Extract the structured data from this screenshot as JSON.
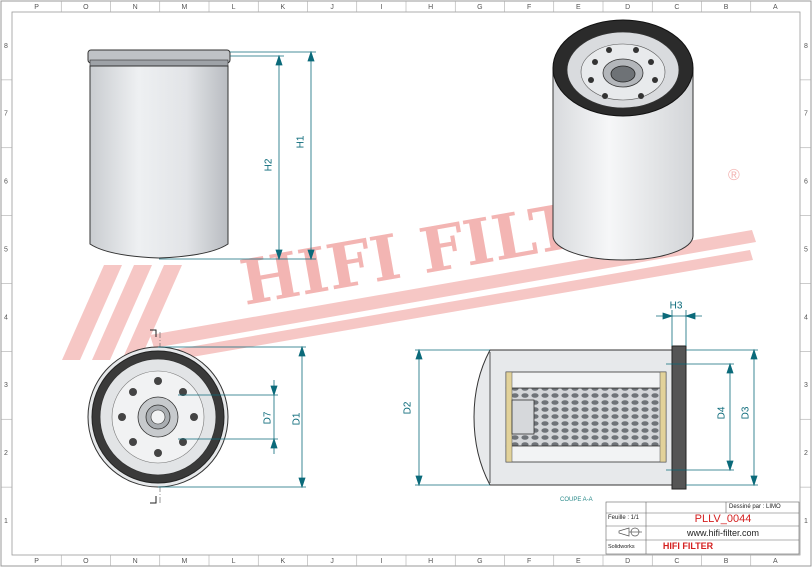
{
  "border": {
    "top_letters": [
      "P",
      "O",
      "N",
      "M",
      "L",
      "K",
      "J",
      "I",
      "H",
      "G",
      "F",
      "E",
      "D",
      "C",
      "B",
      "A"
    ],
    "bottom_letters": [
      "P",
      "O",
      "N",
      "M",
      "L",
      "K",
      "J",
      "I",
      "H",
      "G",
      "F",
      "E",
      "D",
      "C",
      "B",
      "A"
    ],
    "left_numbers": [
      "8",
      "7",
      "6",
      "5",
      "4",
      "3",
      "2",
      "1"
    ],
    "right_numbers": [
      "8",
      "7",
      "6",
      "5",
      "4",
      "3",
      "2",
      "1"
    ]
  },
  "watermark": {
    "text": "HIFI FILTER",
    "registered": "®"
  },
  "dimensions": {
    "h1": "H1",
    "h2": "H2",
    "h3": "H3",
    "d1": "D1",
    "d2": "D2",
    "d3": "D3",
    "d4": "D4",
    "d7": "D7"
  },
  "section_label": "COUPE A-A",
  "title_block": {
    "designed_by_label": "Dessiné par : LIMO",
    "sheet_label": "Feuille : 1/1",
    "part_number": "PLLV_0044",
    "website": "www.hifi-filter.com",
    "brand": "HIFI FILTER",
    "software": "Solidworks"
  },
  "colors": {
    "dimension": "#0b6a7a",
    "watermark": "#f3b5b3",
    "brand_red": "#d42020",
    "outline": "#333333"
  }
}
